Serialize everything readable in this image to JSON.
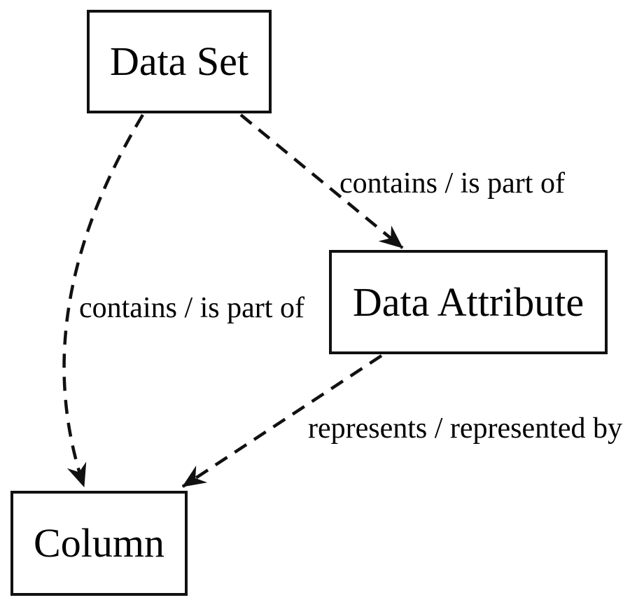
{
  "diagram": {
    "type": "concept-relationship-diagram",
    "background_color": "#ffffff",
    "line_color": "#111111",
    "text_color": "#000000",
    "nodes": [
      {
        "id": "data-set",
        "label": "Data Set"
      },
      {
        "id": "data-attribute",
        "label": "Data Attribute"
      },
      {
        "id": "column",
        "label": "Column"
      }
    ],
    "edges": [
      {
        "from": "data-set",
        "to": "data-attribute",
        "label": "contains / is part of",
        "style": "dashed",
        "arrowhead": "filled-barb"
      },
      {
        "from": "data-set",
        "to": "column",
        "label": "contains / is part of",
        "style": "dashed",
        "arrowhead": "filled-barb"
      },
      {
        "from": "data-attribute",
        "to": "column",
        "label": "represents / represented by",
        "style": "dashed",
        "arrowhead": "filled-barb"
      }
    ]
  }
}
